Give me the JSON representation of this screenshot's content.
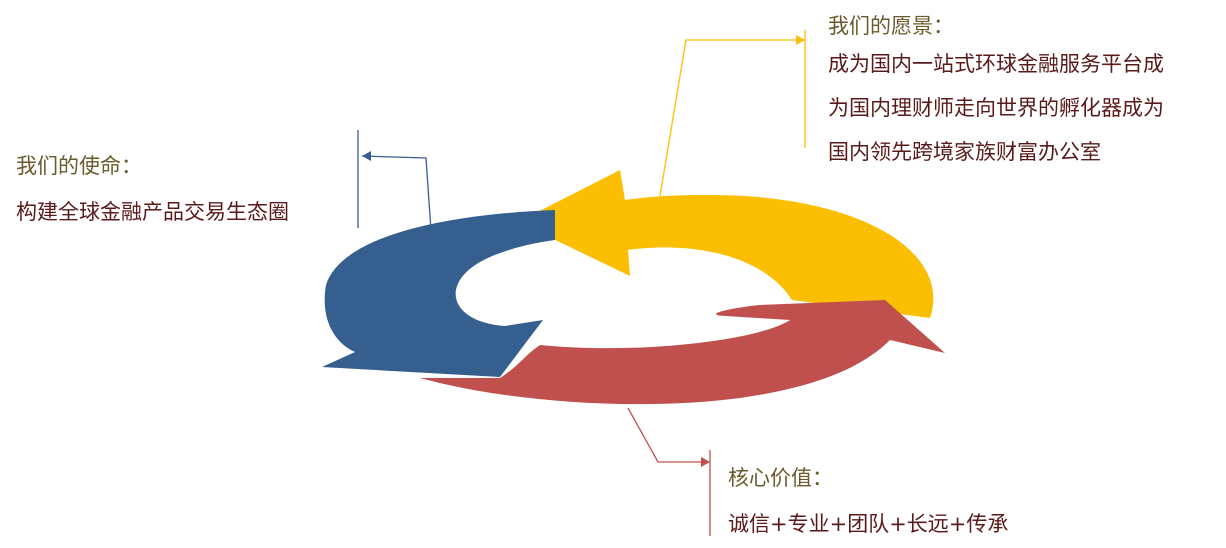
{
  "mission": {
    "heading": "我们的使命：",
    "lines": [
      "构建全球金融产品交易生态圈"
    ]
  },
  "vision": {
    "heading": "我们的愿景：",
    "lines": [
      "成为国内一站式环球金融服务平台成",
      "为国内理财师走向世界的孵化器成为",
      "国内领先跨境家族财富办公室"
    ]
  },
  "values": {
    "heading": "核心价值：",
    "lines": [
      "诚信+专业+团队+长远+传承"
    ]
  },
  "colors": {
    "blue": "#355f8f",
    "yellow": "#fbbe00",
    "red": "#c0504d",
    "heading_text": "#6b5a2c",
    "body_text": "#5a1a1a"
  }
}
